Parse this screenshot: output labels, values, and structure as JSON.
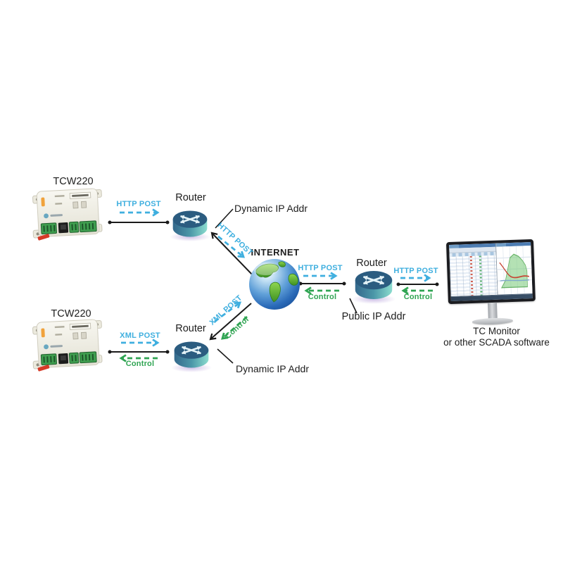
{
  "nodes": {
    "tcw220_top": "TCW220",
    "tcw220_bottom": "TCW220",
    "router_top": "Router",
    "router_bottom": "Router",
    "router_right": "Router",
    "internet": "INTERNET",
    "dynamic_ip_top": "Dynamic IP Addr",
    "dynamic_ip_bottom": "Dynamic IP Addr",
    "public_ip": "Public IP Addr",
    "monitor_line1": "TC Monitor",
    "monitor_line2": "or other SCADA software"
  },
  "links": {
    "top_device_router_post": "HTTP POST",
    "top_router_internet_post": "HTTP POST",
    "bottom_device_router_post": "XML POST",
    "bottom_device_router_control": "Control",
    "bottom_router_internet_post": "XML POST",
    "bottom_router_internet_control": "Control",
    "internet_router_post": "HTTP POST",
    "internet_router_control": "Control",
    "router_monitor_post": "HTTP POST",
    "router_monitor_control": "Control"
  },
  "colors": {
    "post_label_blue": "#3fafdf",
    "control_label_green": "#2fa452",
    "wire_black": "#1a1a1a",
    "router_top_face": "#2b5c80",
    "router_side_teal": "#8bdcce",
    "device_body": "#f1efe7",
    "device_terminal_green": "#3f9e4f",
    "device_clip_red": "#d63a28",
    "globe_sea_blue": "#2a6ab8",
    "globe_land_green": "#57b336",
    "monitor_bezel": "#1b1c20"
  }
}
